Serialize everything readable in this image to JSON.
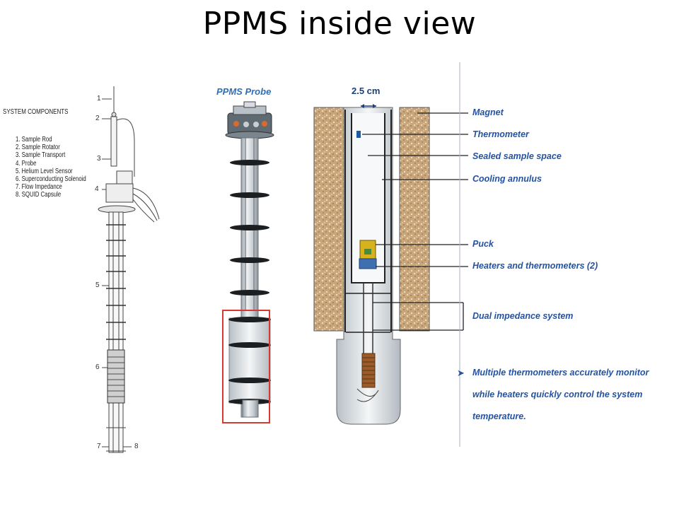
{
  "title": "PPMS inside view",
  "components": {
    "heading": "SYSTEM COMPONENTS",
    "items": [
      "1. Sample Rod",
      "2. Sample Rotator",
      "3. Sample Transport",
      "4. Probe",
      "5. Helium Level Sensor",
      "6. Superconducting Solenoid",
      "7. Flow Impedance",
      "8. SQUID Capsule"
    ],
    "callouts": [
      "1",
      "2",
      "3",
      "4",
      "5",
      "6",
      "7",
      "8"
    ]
  },
  "probe": {
    "title": "PPMS Probe"
  },
  "chamber": {
    "dimension": "2.5 cm",
    "labels": [
      "Magnet",
      "Thermometer",
      "Sealed sample space",
      "Cooling annulus",
      "Puck",
      "Heaters and thermometers (2)",
      "Dual impedance system"
    ],
    "note_lines": [
      "Multiple thermometers accurately monitor",
      "while heaters quickly control the system",
      "temperature."
    ]
  },
  "colors": {
    "label_blue": "#2452a0",
    "highlight_red": "#d83a32",
    "magnet_tan": "#c9a57a"
  }
}
